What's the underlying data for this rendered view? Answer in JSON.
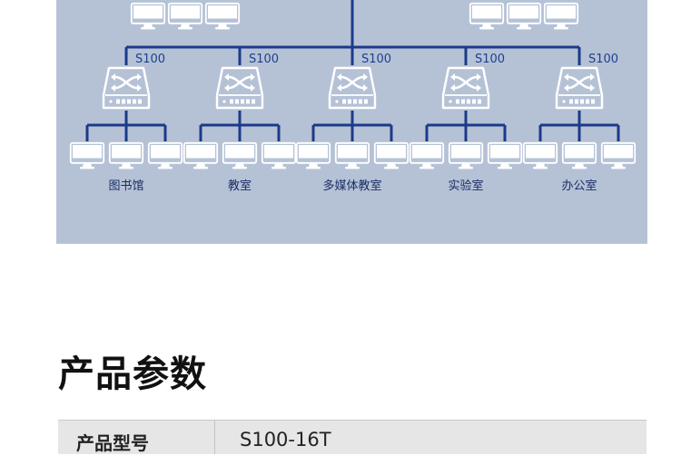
{
  "diagram": {
    "switch_model": "S100",
    "switch_count": 5,
    "places": [
      "图书馆",
      "教室",
      "多媒体教室",
      "实验室",
      "办公室"
    ],
    "colors": {
      "panel": "#b5c2d6",
      "line": "#1b3a8a",
      "device": "#ffffff"
    },
    "icons": {
      "switch": "network-switch-icon",
      "pc": "computer-monitor-icon"
    }
  },
  "params": {
    "title": "产品参数",
    "rows": [
      {
        "label": "产品型号",
        "value": "S100-16T"
      }
    ]
  }
}
